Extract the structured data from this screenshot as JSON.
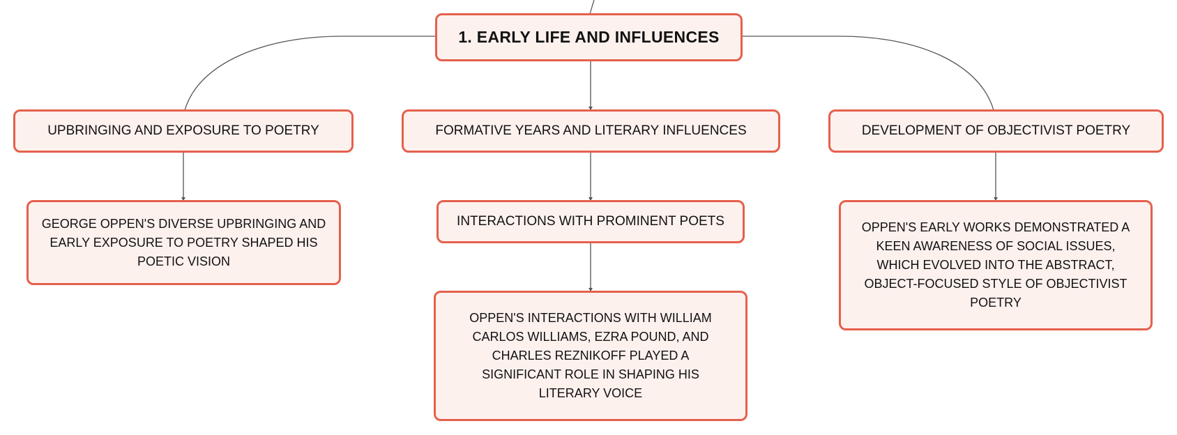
{
  "diagram": {
    "root": {
      "label": "1. EARLY LIFE AND INFLUENCES"
    },
    "branches": [
      {
        "label": "UPBRINGING AND EXPOSURE TO POETRY",
        "detail": "GEORGE OPPEN'S DIVERSE UPBRINGING AND EARLY EXPOSURE TO POETRY SHAPED HIS POETIC VISION"
      },
      {
        "label": "FORMATIVE YEARS AND LITERARY INFLUENCES",
        "sub_label": "INTERACTIONS WITH PROMINENT POETS",
        "detail": "OPPEN'S INTERACTIONS WITH WILLIAM CARLOS WILLIAMS, EZRA POUND, AND CHARLES REZNIKOFF PLAYED A SIGNIFICANT ROLE IN SHAPING HIS LITERARY VOICE"
      },
      {
        "label": "DEVELOPMENT OF OBJECTIVIST POETRY",
        "detail": "OPPEN'S EARLY WORKS DEMONSTRATED A KEEN AWARENESS OF SOCIAL ISSUES, WHICH EVOLVED INTO THE ABSTRACT, OBJECT-FOCUSED STYLE OF OBJECTIVIST POETRY"
      }
    ]
  },
  "colors": {
    "node_border": "#e5604c",
    "node_fill": "#fdf1ee",
    "connector": "#555555",
    "text": "#111111"
  }
}
